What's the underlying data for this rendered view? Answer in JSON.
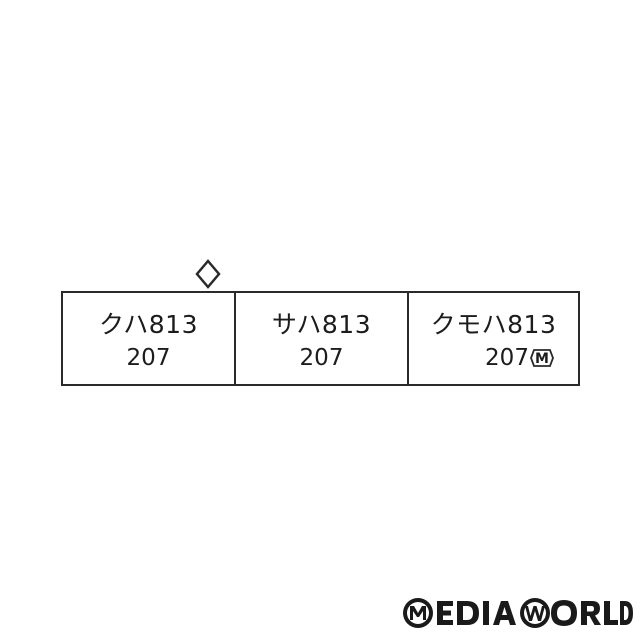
{
  "formation": {
    "cars": [
      {
        "type": "クハ813",
        "number": "207",
        "motor": false
      },
      {
        "type": "サハ813",
        "number": "207",
        "motor": false
      },
      {
        "type": "クモハ813",
        "number": "207",
        "motor": true
      }
    ],
    "motor_badge": "M"
  },
  "watermark": {
    "text": "MEDIAWORLD"
  },
  "colors": {
    "line": "#2a2a2a",
    "text": "#1c1c1c",
    "background": "#ffffff"
  }
}
